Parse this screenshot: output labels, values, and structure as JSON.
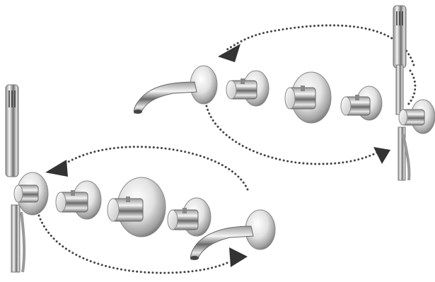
{
  "scene": {
    "top_row": {
      "components": [
        "spout",
        "knob-valve",
        "thermostat-plate",
        "knob-valve",
        "shower-outlet",
        "hand-shower"
      ],
      "arrow_direction": "right-to-left"
    },
    "bottom_row": {
      "components": [
        "hand-shower",
        "shower-outlet",
        "knob-valve",
        "thermostat-plate",
        "knob-valve",
        "spout"
      ],
      "arrow_direction": "left-to-right"
    },
    "colors": {
      "chrome_light": "#f5f5f5",
      "chrome_mid": "#c8c8c8",
      "chrome_dark": "#555555",
      "arrow": "#333333",
      "dots": "#444444"
    }
  }
}
